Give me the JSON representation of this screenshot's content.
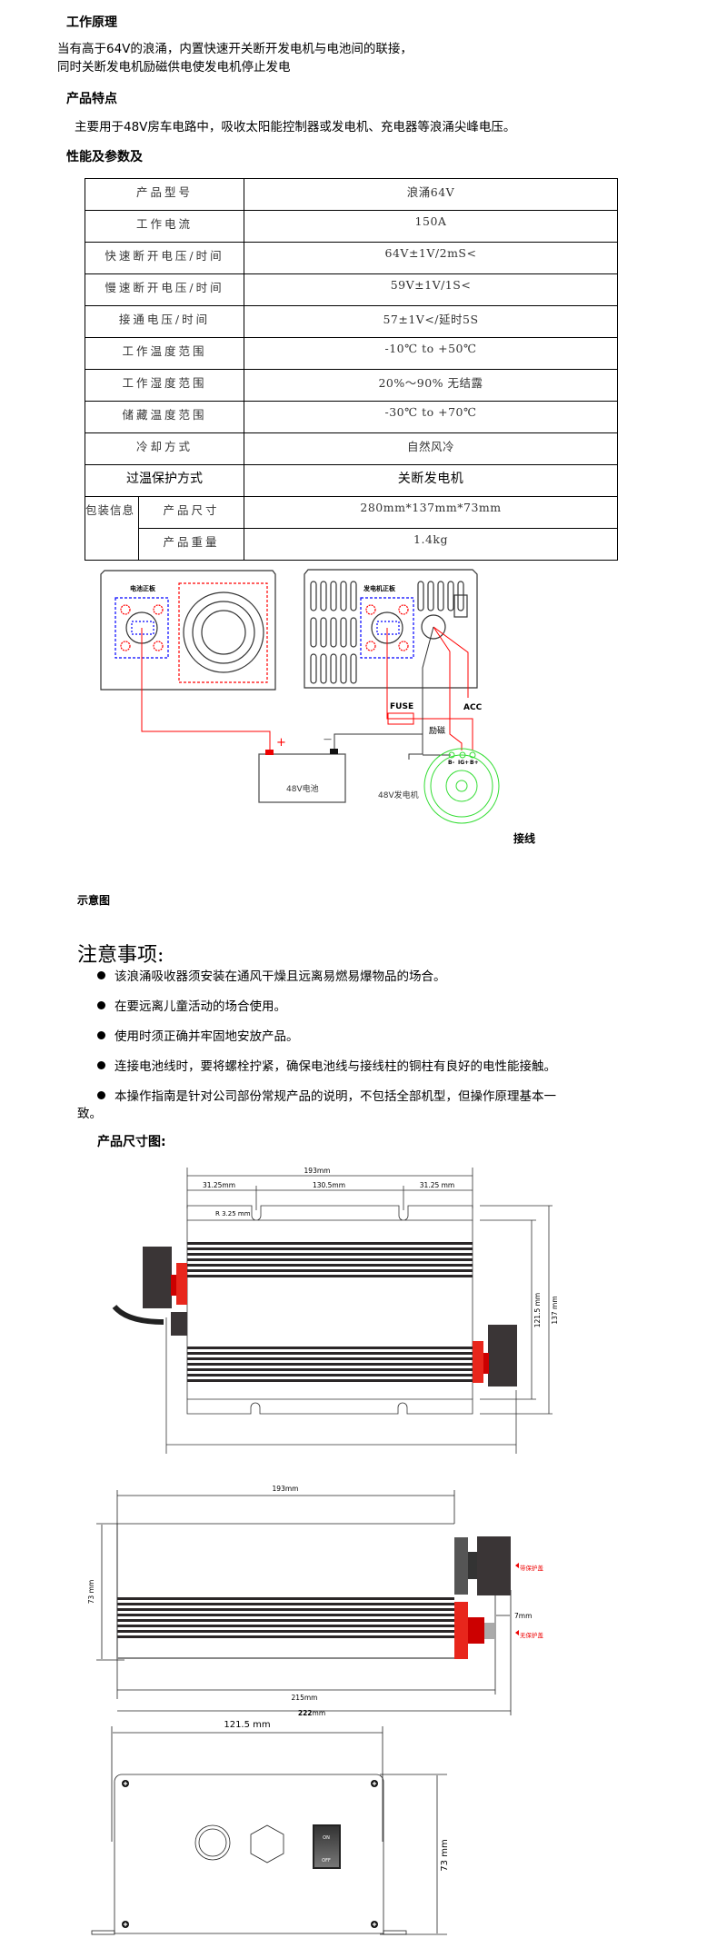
{
  "principle": {
    "title": "工作原理",
    "text": "当有高于64V的浪涌，内置快速开关断开发电机与电池间的联接，同时关断发电机励磁供电使发电机停止发电"
  },
  "features": {
    "title": "产品特点",
    "text": "主要用于48V房车电路中，吸收太阳能控制器或发电机、充电器等浪涌尖峰电压。"
  },
  "specs": {
    "title": "性能及参数及",
    "rows": [
      {
        "label": "产品型号",
        "value": "浪涌64V"
      },
      {
        "label": "工作电流",
        "value": "150A"
      },
      {
        "label": "快速断开电压/时间",
        "value": "64V±1V/2mS<"
      },
      {
        "label": "慢速断开电压/时间",
        "value": "59V±1V/1S<"
      },
      {
        "label": "接通电压/时间",
        "value": "57±1V</延时5S"
      },
      {
        "label": "工作温度范围",
        "value": "-10℃ to +50℃"
      },
      {
        "label": "工作湿度范围",
        "value": "20%～90% 无结露"
      },
      {
        "label": "储藏温度范围",
        "value": "-30℃ to +70℃"
      },
      {
        "label": "冷却方式",
        "value": "自然风冷"
      },
      {
        "label": "过温保护方式",
        "value": "关断发电机"
      }
    ],
    "packaging": {
      "group": "包装信息",
      "rows": [
        {
          "label": "产品尺寸",
          "value": "280mm*137mm*73mm"
        },
        {
          "label": "产品重量",
          "value": "1.4kg"
        }
      ]
    }
  },
  "wiring": {
    "battery_panel": "电池正板",
    "generator_panel": "发电机正板",
    "fuse": "FUSE",
    "acc": "ACC",
    "excitation": "励磁",
    "plus": "+",
    "minus": "—",
    "battery": "48V电池",
    "generator": "48V发电机",
    "terminals": [
      "B-",
      "IG+",
      "B+"
    ],
    "caption": "接线"
  },
  "diagram_caption": "示意图",
  "notes": {
    "title": "注意事项:",
    "items": [
      "该浪涌吸收器须安装在通风干燥且远离易燃易爆物品的场合。",
      "在要远离儿童活动的场合使用。",
      "使用时须正确并牢固地安放产品。",
      "连接电池线时，要将螺栓拧紧，确保电池线与接线柱的铜柱有良好的电性能接触。",
      "本操作指南是针对公司部份常规产品的说明，不包括全部机型，但操作原理基本一",
      "致。"
    ]
  },
  "dimensions": {
    "title": "产品尺寸图:",
    "top": {
      "overall": "193mm",
      "left": "31.25mm",
      "middle": "130.5mm",
      "right": "31.25 mm",
      "radius": "R 3.25 mm",
      "inner_h": "121.5 mm",
      "outer_h": "137 mm"
    },
    "side": {
      "top": "193mm",
      "height": "73 mm",
      "gap": "7mm",
      "with_cover": "带保护盖",
      "without_cover": "无保护盖",
      "len1": "215mm",
      "len2": "222",
      "len2_unit": "mm"
    },
    "front": {
      "width": "121.5 mm",
      "height": "73 mm",
      "on": "ON",
      "off": "OFF"
    }
  },
  "colors": {
    "red": "#e8261c",
    "wire": "#ff0000",
    "green": "#33dd33",
    "blue": "#0000ff"
  }
}
